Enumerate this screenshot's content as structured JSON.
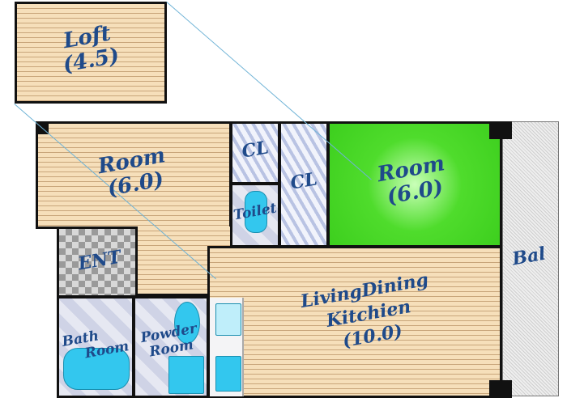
{
  "rooms": {
    "loft": {
      "name": "Loft",
      "size": "(4.5)"
    },
    "room_west": {
      "name": "Room",
      "size": "(6.0)"
    },
    "closet_1": {
      "name": "CL"
    },
    "closet_2": {
      "name": "CL"
    },
    "toilet": {
      "name": "Toilet"
    },
    "room_east": {
      "name": "Room",
      "size": "(6.0)"
    },
    "entrance": {
      "name": "ENT"
    },
    "ldk": {
      "line1": "LivingDining",
      "line2": "Kitchien",
      "size": "(10.0)"
    },
    "bath": {
      "line1": "Bath",
      "line2": "Room"
    },
    "powder": {
      "line1": "Powder",
      "line2": "Room"
    },
    "balcony": {
      "name": "Bal"
    }
  }
}
